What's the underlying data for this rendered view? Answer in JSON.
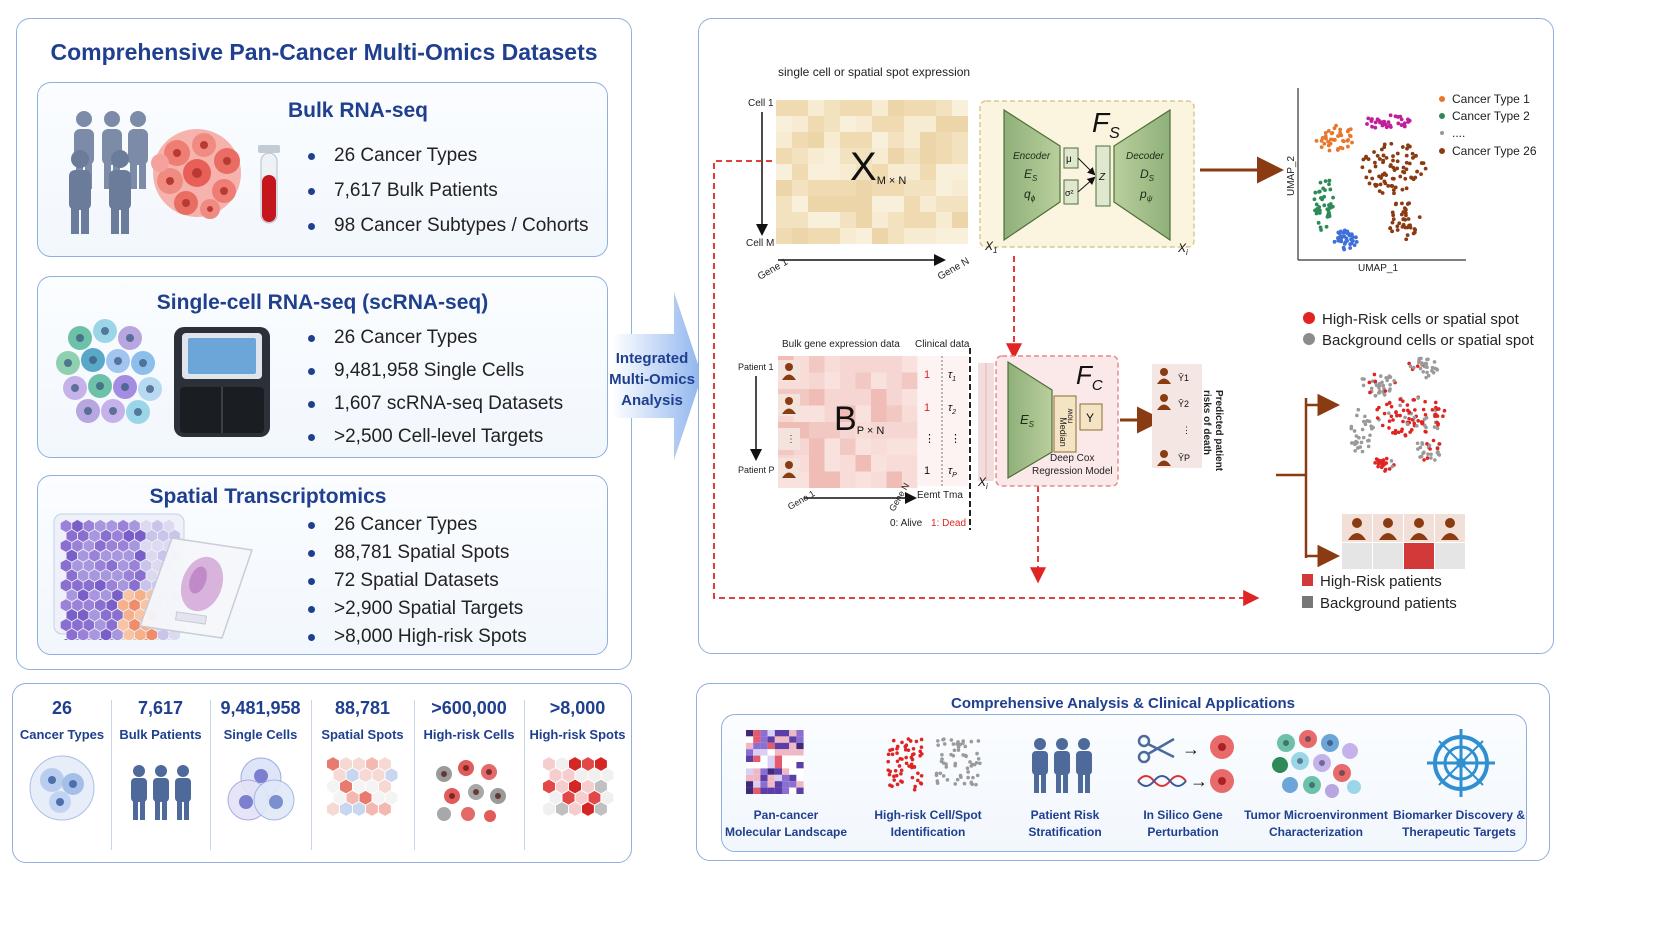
{
  "left": {
    "title": "Comprehensive Pan-Cancer Multi-Omics Datasets",
    "bulk": {
      "title": "Bulk RNA-seq",
      "items": [
        "26 Cancer Types",
        "7,617 Bulk Patients",
        "98 Cancer Subtypes / Cohorts"
      ]
    },
    "sc": {
      "title": "Single-cell RNA-seq (scRNA-seq)",
      "items": [
        "26 Cancer Types",
        "9,481,958 Single Cells",
        "1,607 scRNA-seq Datasets",
        ">2,500 Cell-level Targets"
      ]
    },
    "spatial": {
      "title": "Spatial Transcriptomics",
      "items": [
        "26 Cancer Types",
        "88,781 Spatial Spots",
        "72 Spatial Datasets",
        ">2,900 Spatial Targets",
        ">8,000 High-risk Spots"
      ]
    }
  },
  "stats": [
    {
      "num": "26",
      "label": "Cancer Types"
    },
    {
      "num": "7,617",
      "label": "Bulk Patients"
    },
    {
      "num": "9,481,958",
      "label": "Single Cells"
    },
    {
      "num": "88,781",
      "label": "Spatial Spots"
    },
    {
      "num": ">600,000",
      "label": "High-risk Cells"
    },
    {
      "num": ">8,000",
      "label": "High-risk Spots"
    }
  ],
  "arrow": {
    "line1": "Integrated",
    "line2": "Multi-Omics",
    "line3": "Analysis"
  },
  "model": {
    "expr_label": "single cell or spatial spot expression",
    "cell1": "Cell 1",
    "cellM": "Cell M",
    "gene1": "Gene 1",
    "geneN": "Gene N",
    "x_main": "X",
    "x_sub": "M × N",
    "fs_main": "F",
    "fs_sub": "S",
    "encoder": "Encoder",
    "es_main": "E",
    "es_sub": "S",
    "q_main": "q",
    "q_sub": "ϕ",
    "mu": "μ",
    "sigma": "σ²",
    "z": "Z",
    "decoder": "Decoder",
    "ds_main": "D",
    "ds_sub": "S",
    "p_main": "p",
    "p_sub": "ψ",
    "x1_main": "X",
    "x1_sub": "1",
    "xi_main": "X",
    "xi_sub": "i",
    "umap_x": "UMAP_1",
    "umap_y": "UMAP_2",
    "legend": [
      "Cancer Type 1",
      "Cancer Type 2",
      "....",
      "Cancer Type 26"
    ],
    "bulk_label": "Bulk gene expression data",
    "clinical_label": "Clinical data",
    "patient1": "Patient 1",
    "patientP": "Patient P",
    "b_main": "B",
    "b_sub": "P × N",
    "clin_rows": [
      [
        "1",
        "τ",
        "1"
      ],
      [
        "1",
        "τ",
        "2"
      ],
      [
        "⋮",
        "⋮",
        ""
      ],
      [
        "1",
        "τ",
        "P"
      ]
    ],
    "emt_label": "Eemt Tma",
    "alive": "0: Alive",
    "dead": "1: Dead",
    "xi2_main": "X",
    "xi2_sub": "i",
    "fc_main": "F",
    "fc_sub": "C",
    "ec_main": "E",
    "ec_sub": "S",
    "median": "Median",
    "hidden": "ʍoᴉɹ",
    "y": "Y",
    "deep_cox": "Deep Cox",
    "regression": "Regression Model",
    "y_hats": [
      "Ŷ1",
      "Ŷ2",
      "⋮",
      "ŶP"
    ],
    "predicted": "Predicted patient",
    "risks": "risks of death",
    "hr_cells": "High-Risk cells or spatial spot",
    "bg_cells": "Background cells or spatial spot",
    "hr_patients": "High-Risk patients",
    "bg_patients": "Background patients"
  },
  "apps": {
    "title": "Comprehensive Analysis & Clinical Applications",
    "items": [
      {
        "l1": "Pan-cancer",
        "l2": "Molecular Landscape"
      },
      {
        "l1": "High-risk Cell/Spot",
        "l2": "Identification"
      },
      {
        "l1": "Patient Risk",
        "l2": "Stratification"
      },
      {
        "l1": "In Silico Gene",
        "l2": "Perturbation"
      },
      {
        "l1": "Tumor Microenvironment",
        "l2": "Characterization"
      },
      {
        "l1": "Biomarker Discovery &",
        "l2": "Therapeutic Targets"
      }
    ]
  },
  "colors": {
    "navy": "#1f3f8f",
    "red": "#e02424",
    "brown": "#8a3b12",
    "green": "#2e8b57",
    "orange": "#e8772e",
    "magenta": "#c01f9a",
    "blue": "#3f6fd8"
  }
}
